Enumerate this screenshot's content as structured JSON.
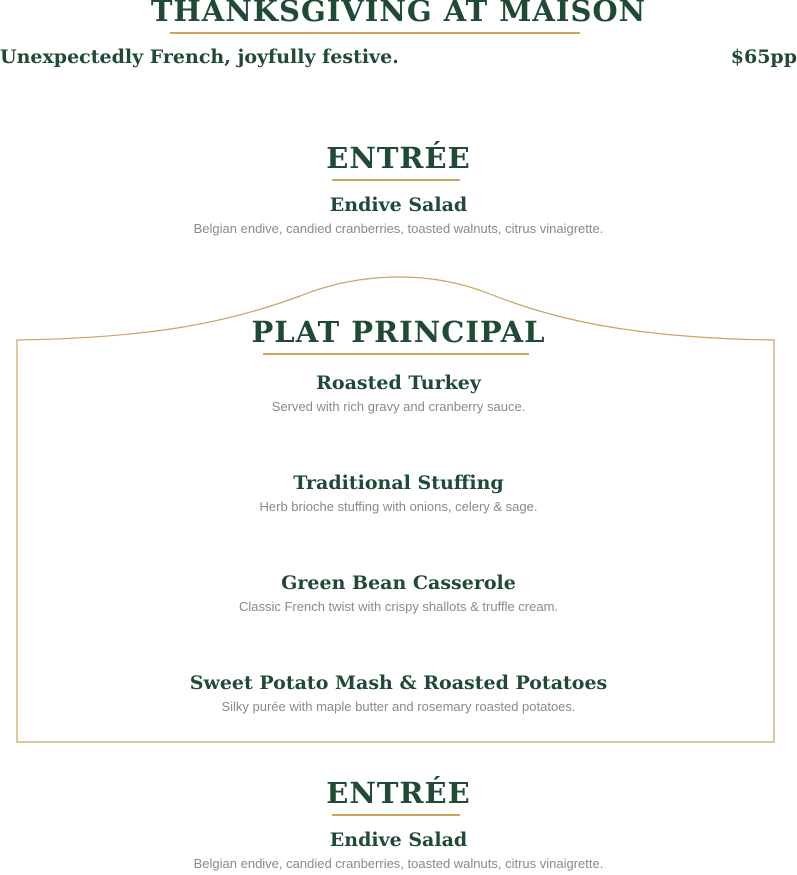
{
  "header": {
    "title": "THANKSGIVING AT MAISON",
    "tagline": "Unexpectedly French, joyfully festive.",
    "price": "$65pp"
  },
  "sections": [
    {
      "heading": "ENTRÉE",
      "items": [
        {
          "name": "Endive Salad",
          "description": "Belgian endive, candied cranberries, toasted walnuts, citrus vinaigrette."
        }
      ]
    },
    {
      "heading": "PLAT PRINCIPAL",
      "items": [
        {
          "name": "Roasted Turkey",
          "description": "Served with rich gravy and cranberry sauce."
        },
        {
          "name": "Traditional Stuffing",
          "description": "Herb brioche stuffing with onions, celery & sage."
        },
        {
          "name": "Green Bean Casserole",
          "description": "Classic French twist with crispy shallots & truffle cream."
        },
        {
          "name": "Sweet Potato Mash & Roasted Potatoes",
          "description": "Silky purée with maple butter and rosemary roasted potatoes."
        }
      ]
    },
    {
      "heading": "ENTRÉE",
      "items": [
        {
          "name": "Endive Salad",
          "description": "Belgian endive, candied cranberries, toasted walnuts, citrus vinaigrette."
        }
      ]
    }
  ],
  "colors": {
    "text": "#1f4a33",
    "accent": "#c9a560",
    "muted": "#8a8a8a"
  }
}
